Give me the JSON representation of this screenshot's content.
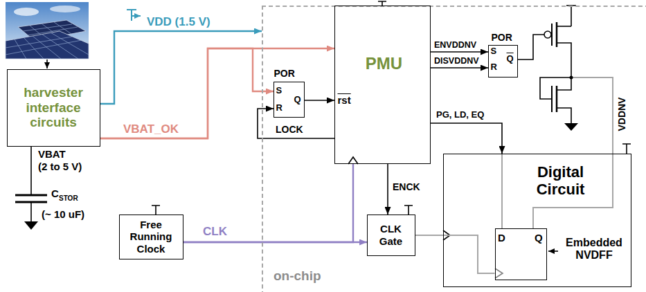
{
  "diagram": {
    "nodes": [
      {
        "text": [
          "harvester interface circuits"
        ]
      },
      {
        "text": [
          "Free Running Clock"
        ]
      },
      {
        "text": [
          "on-chip"
        ]
      },
      {
        "text": [
          "POR",
          "S",
          "R",
          "Q"
        ],
        "in": 2
      },
      {
        "text": [
          "PMU",
          "rst"
        ],
        "in": 2
      },
      {
        "text": [
          "POR",
          "S",
          "R",
          "Q"
        ],
        "in": 2
      },
      {
        "text": [
          "CLK Gate"
        ],
        "in": 2
      },
      {
        "text": [
          "Digital Circuit"
        ],
        "in": 2
      },
      {
        "text": [
          "D",
          "Q"
        ],
        "in": 7
      }
    ],
    "edges": [
      {
        "from": 0,
        "to": 2,
        "label": "VDD (1.5 V)",
        "arrow": "to"
      },
      {
        "from": 0,
        "to": 4,
        "label": "VBAT_OK",
        "arrow": "to"
      },
      {
        "from": 0,
        "to": 3,
        "arrow": "to"
      },
      {
        "from": 3,
        "to": 4,
        "arrow": "to"
      },
      {
        "from": 4,
        "to": 3,
        "label": "LOCK",
        "arrow": "to"
      },
      {
        "from": 4,
        "to": 5,
        "label": "ENVDDNV",
        "arrow": "to"
      },
      {
        "from": 4,
        "to": 5,
        "label": "DISVDDNV",
        "arrow": "to"
      },
      {
        "from": 4,
        "to": 7,
        "label": "PG, LD, EQ",
        "arrow": "to"
      },
      {
        "from": 4,
        "to": 6,
        "label": "ENCK",
        "arrow": "to"
      },
      {
        "from": 1,
        "to": 6,
        "label": "CLK",
        "arrow": "to"
      },
      {
        "from": 1,
        "to": 4,
        "arrow": "none"
      },
      {
        "from": 6,
        "to": 8,
        "arrow": "none"
      }
    ],
    "labels": [
      "VBAT",
      "(2 to 5 V)",
      "C",
      "STOR",
      "(~ 10 uF)",
      "Embedded NVDFF",
      "VDDNV"
    ]
  }
}
